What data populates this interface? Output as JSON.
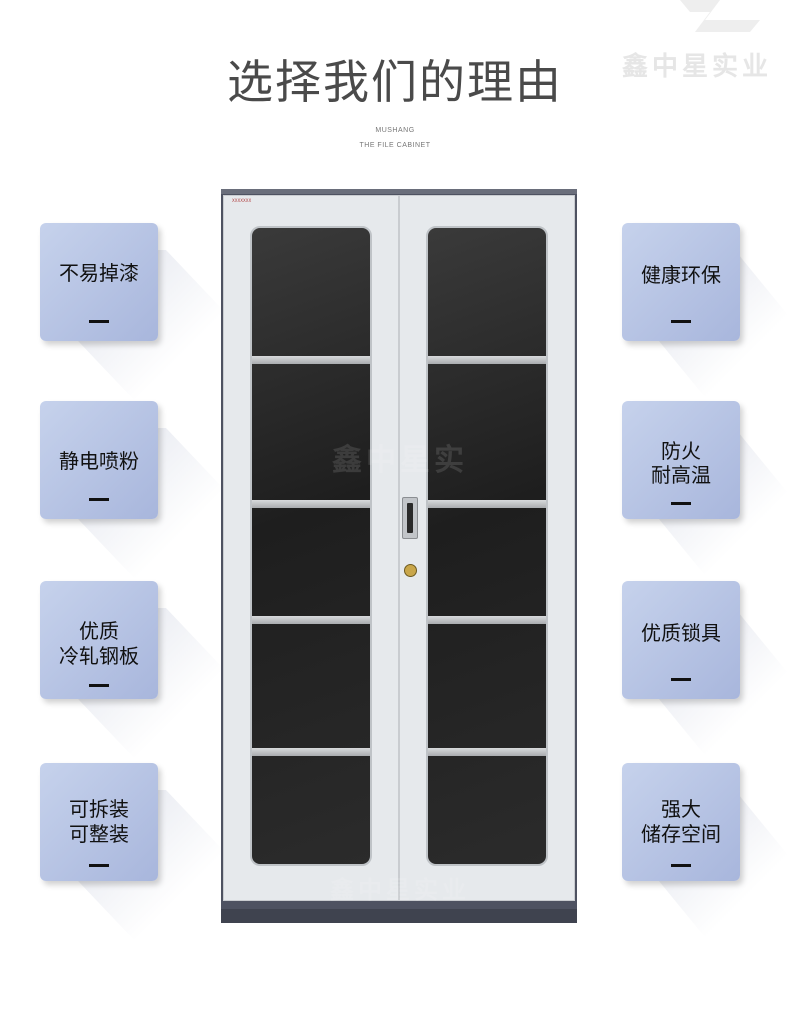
{
  "header": {
    "title": "选择我们的理由",
    "subtitle_line1": "MUSHANG",
    "subtitle_line2": "THE FILE CABINET"
  },
  "brand": {
    "watermark_text": "鑫中星实业"
  },
  "cabinet": {
    "tag": "XXXXXXX",
    "door_watermark_upper": "鑫中星实",
    "door_watermark_lower": "鑫中星实业",
    "shelves_per_door": 4,
    "colors": {
      "body": "#4e5261",
      "door": "#e6e9ec",
      "glass": "#1e1e1e"
    }
  },
  "features_left": [
    {
      "lines": [
        "不易掉漆"
      ],
      "dash": "—"
    },
    {
      "lines": [
        "静电喷粉"
      ],
      "dash": "—"
    },
    {
      "lines": [
        "优质",
        "冷轧钢板"
      ],
      "dash": "—"
    },
    {
      "lines": [
        "可拆装",
        "可整装"
      ],
      "dash": "—"
    }
  ],
  "features_right": [
    {
      "lines": [
        "健康环保"
      ],
      "dash": "—"
    },
    {
      "lines": [
        "防火",
        "耐高温"
      ],
      "dash": "—"
    },
    {
      "lines": [
        "优质锁具"
      ],
      "dash": "—"
    },
    {
      "lines": [
        "强大",
        "储存空间"
      ],
      "dash": "—"
    }
  ],
  "colors": {
    "card": "#b4c1e2",
    "title": "#4a4a4a"
  }
}
